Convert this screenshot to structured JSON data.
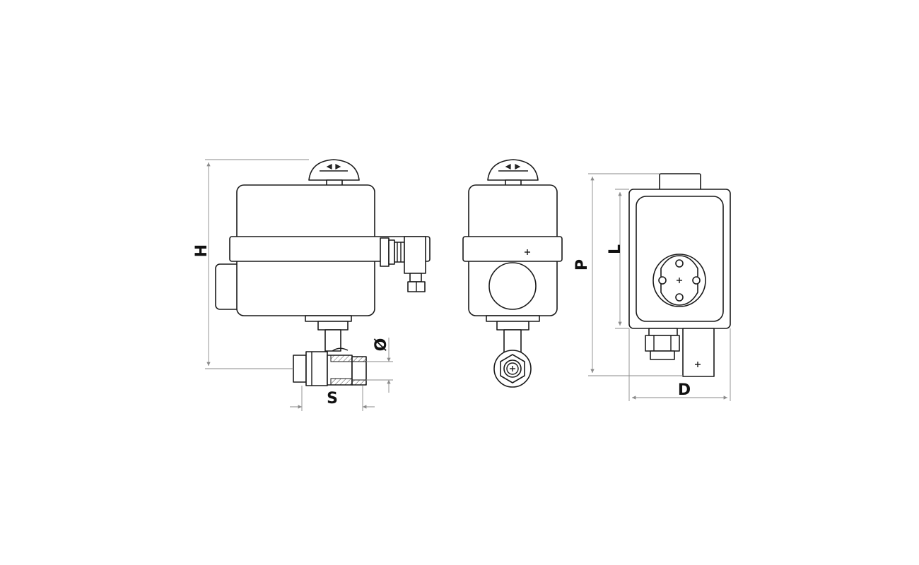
{
  "labels": {
    "H": "H",
    "S": "S",
    "phi": "Ø",
    "P": "P",
    "L": "L",
    "D": "D"
  },
  "colors": {
    "line": "#1a1a1a",
    "dimension": "#8a8a8a",
    "background": "#ffffff"
  }
}
